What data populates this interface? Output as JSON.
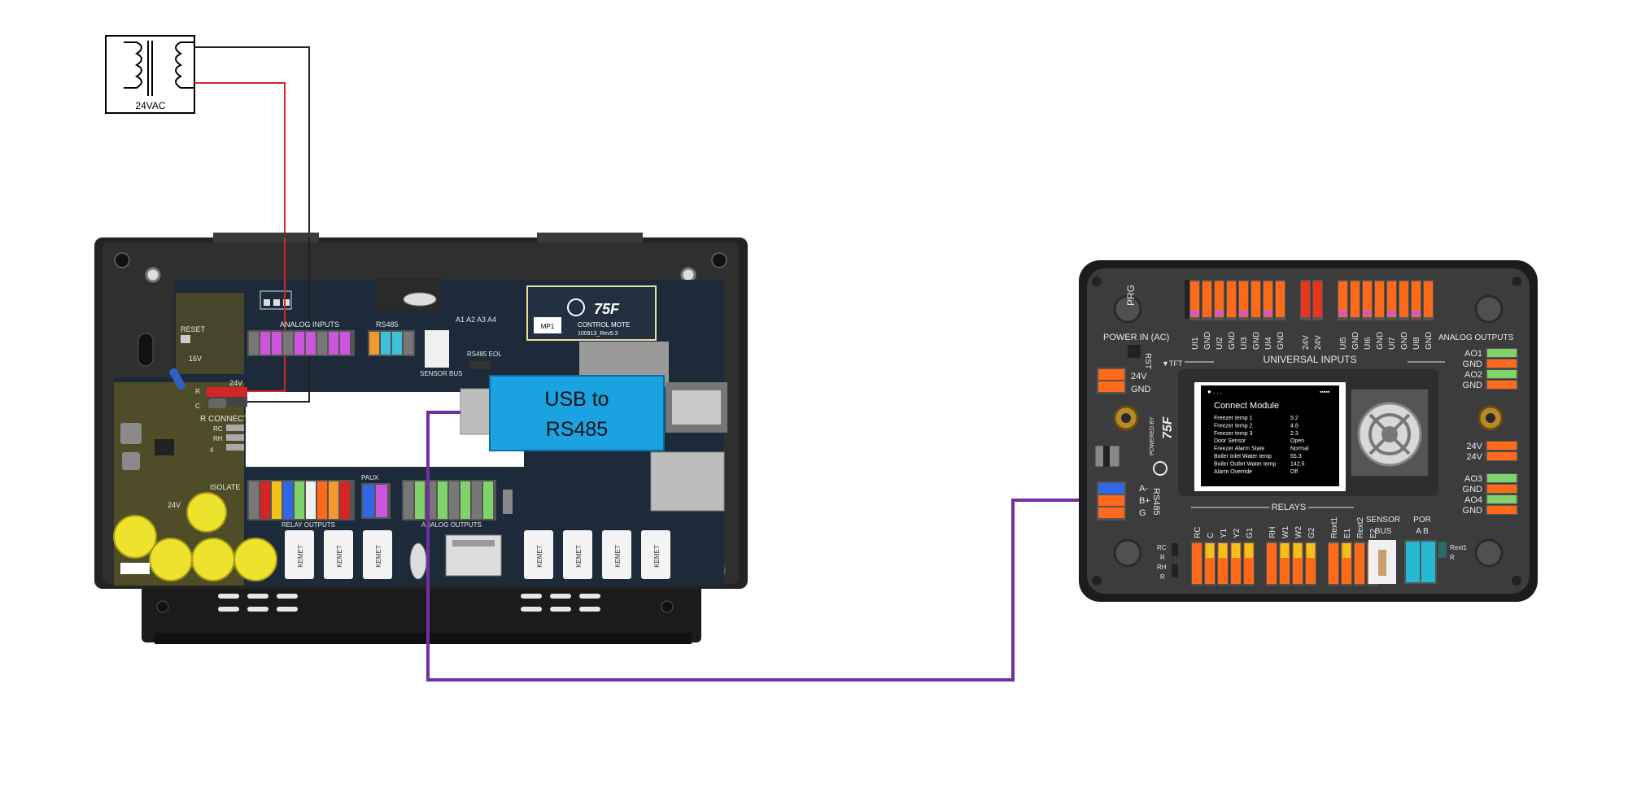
{
  "transformer": {
    "label": "24VAC"
  },
  "adapter": {
    "line1": "USB to",
    "line2": "RS485"
  },
  "smartstat": {
    "labels": {
      "reset": "RESET",
      "analog_inputs": "ANALOG INPUTS",
      "rs485": "RS485",
      "sensor_bus": "SENSOR BUS",
      "rs485_eol": "RS485 EOL",
      "p24v": "24V",
      "r_connect": "R CONNECT",
      "relay_outputs": "RELAY OUTPUTS",
      "analog_outputs": "ANALOG OUTPUTS",
      "isolate": "ISOLATE",
      "paux": "PAUX",
      "a_row": "A1 A2 A3 A4",
      "control_mote": "CONTROL MOTE",
      "board_rev": "100913_Rev5.3",
      "mp1": "MP1",
      "cap_24v": "24V",
      "brand": "75F",
      "kemet": "KEMET",
      "tag_4": "4",
      "tag_r": "R",
      "tag_c": "C",
      "tag_rc": "RC",
      "tag_rh": "RH",
      "tag_16v": "16V"
    }
  },
  "cm": {
    "labels": {
      "prg": "PRG",
      "power_in": "POWER IN (AC)",
      "rst": "RST",
      "tft": "▼TFT",
      "universal_inputs": "UNIVERSAL INPUTS",
      "analog_outputs": "ANALOG OUTPUTS",
      "p24v": "24V",
      "gnd": "GND",
      "rs485": "RS485",
      "relays": "RELAYS",
      "sensor_bus_1": "SENSOR",
      "sensor_bus_2": "BUS",
      "por": "POR",
      "por_ab": "A  B",
      "powered_by": "POWERED BY",
      "brand": "75F",
      "rext1": "Rext1",
      "rext1_r": "R",
      "rc_r": "RC",
      "r_small": "R",
      "rh_r": "RH"
    },
    "ui_pins": [
      "UI1",
      "GND",
      "UI2",
      "GND",
      "UI3",
      "GND",
      "UI4",
      "GND",
      "24V",
      "24V",
      "UI5",
      "GND",
      "UI6",
      "GND",
      "UI7",
      "GND",
      "UI8",
      "GND"
    ],
    "ao_pins": [
      "AO1",
      "GND",
      "AO2",
      "GND"
    ],
    "ao_pins_2": [
      "AO3",
      "GND",
      "AO4",
      "GND"
    ],
    "p24_pins": [
      "24V",
      "24V"
    ],
    "rs485_pins": [
      "A-",
      "B+",
      "G"
    ],
    "relay_pins": [
      "RC",
      "C",
      "Y1",
      "Y2",
      "G1",
      "RH",
      "W1",
      "W2",
      "G2",
      "Rext1",
      "E1",
      "Rext2",
      "E2"
    ],
    "screen": {
      "dots": "● . . .",
      "wifi": "▪▪▪▪▪",
      "title": "Connect Module",
      "rows": [
        {
          "name": "Freezer temp 1",
          "value": "5.2"
        },
        {
          "name": "Freezer temp 2",
          "value": "4.8"
        },
        {
          "name": "Freezer temp 3",
          "value": "2.3"
        },
        {
          "name": "Door Sensor",
          "value": "Open"
        },
        {
          "name": "Freezer Alarm State",
          "value": "Normal"
        },
        {
          "name": "Boiler Inlet Water temp",
          "value": "55.3"
        },
        {
          "name": "Boiler Outlet Water temp",
          "value": "142.5"
        },
        {
          "name": "Alarm Override",
          "value": "Off"
        }
      ]
    }
  },
  "colors": {
    "wire_red": "#d42424",
    "wire_black": "#222222",
    "wire_purple": "#7030a0",
    "adapter_blue": "#1aa3e0",
    "pcb": "#1c2a3a",
    "housing": "#2a2a2a",
    "cm_body": "#3c3c3c",
    "terminal_orange": "#ff6a1a",
    "terminal_violet": "#cc55dd",
    "terminal_green": "#7fd36a",
    "terminal_yellow": "#f2c21b",
    "terminal_cyan": "#27b9d4",
    "terminal_blue": "#2f67e8",
    "capacitor_yellow": "#ede22c"
  }
}
